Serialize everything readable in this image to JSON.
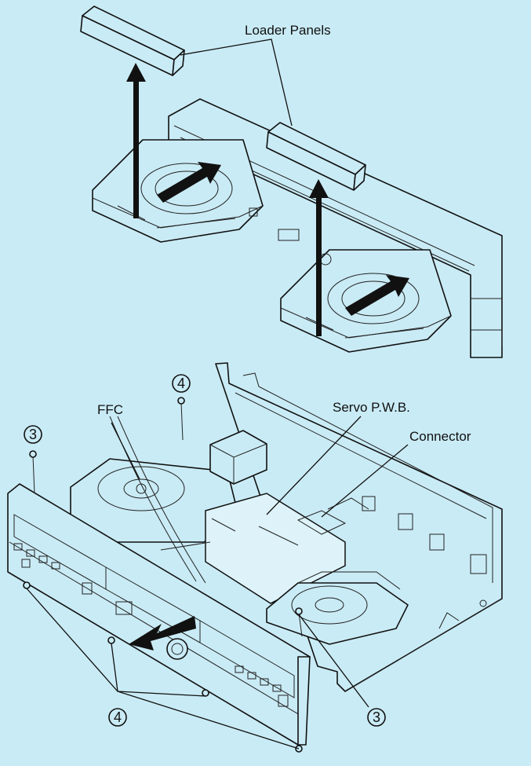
{
  "labels": {
    "loader_panels": "Loader Panels",
    "ffc": "FFC",
    "servo_pwb": "Servo P.W.B.",
    "connector": "Connector"
  },
  "callouts": {
    "screw_3_top": "3",
    "screw_4_top": "4",
    "screw_4_bottom": "4",
    "screw_3_bottom": "3"
  }
}
